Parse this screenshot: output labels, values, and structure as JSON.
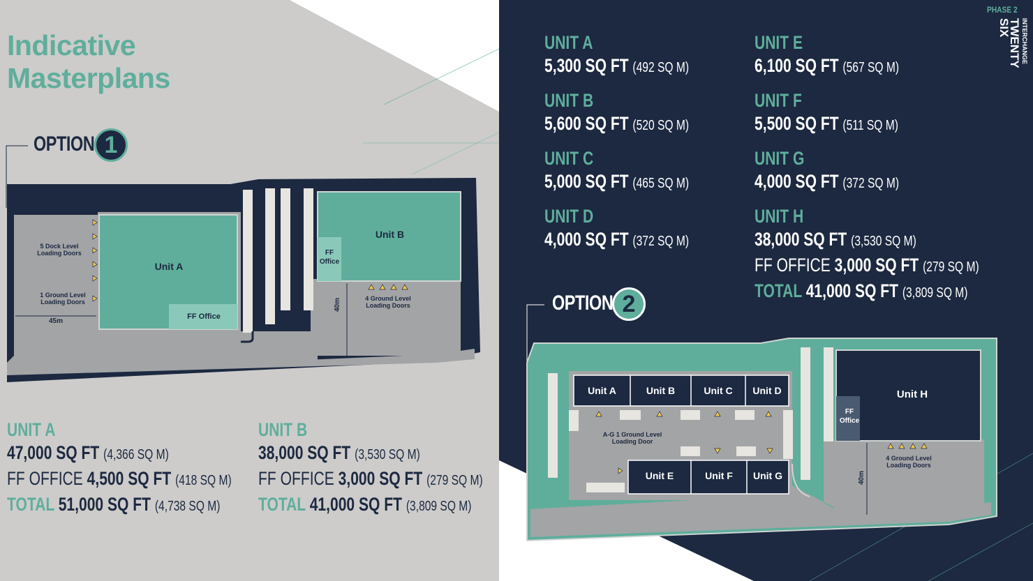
{
  "title_line1": "Indicative",
  "title_line2": "Masterplans",
  "brand": {
    "phase": "PHASE 2",
    "name_line1": "INTERCHANGE",
    "name_line2": "TWENTY",
    "name_line3": "SIX"
  },
  "option1": {
    "label": "OPTION",
    "number": "1",
    "plan": {
      "unit_a": "Unit A",
      "unit_b": "Unit B",
      "ff_office_a": "FF Office",
      "ff_office_b_line1": "FF",
      "ff_office_b_line2": "Office",
      "dock_doors_line1": "5 Dock Level",
      "dock_doors_line2": "Loading Doors",
      "ground_door_line1": "1 Ground Level",
      "ground_door_line2": "Loading Doors",
      "ground_doors_b_line1": "4 Ground Level",
      "ground_doors_b_line2": "Loading Doors",
      "dim_45": "45m",
      "dim_40": "40m"
    },
    "specs": [
      {
        "unit": "UNIT A",
        "area": "47,000 SQ FT",
        "area_m": "(4,366 SQ M)",
        "office_label": "FF OFFICE",
        "office": "4,500 SQ FT",
        "office_m": "(418 SQ M)",
        "total_label": "TOTAL",
        "total": "51,000 SQ FT",
        "total_m": "(4,738 SQ M)"
      },
      {
        "unit": "UNIT B",
        "area": "38,000 SQ FT",
        "area_m": "(3,530 SQ M)",
        "office_label": "FF OFFICE",
        "office": "3,000 SQ FT",
        "office_m": "(279 SQ M)",
        "total_label": "TOTAL",
        "total": "41,000 SQ FT",
        "total_m": "(3,809 SQ M)"
      }
    ]
  },
  "option2": {
    "label": "OPTION",
    "number": "2",
    "specs_left": [
      {
        "unit": "UNIT A",
        "area": "5,300 SQ FT",
        "area_m": "(492 SQ M)"
      },
      {
        "unit": "UNIT B",
        "area": "5,600 SQ FT",
        "area_m": "(520 SQ M)"
      },
      {
        "unit": "UNIT C",
        "area": "5,000 SQ FT",
        "area_m": "(465 SQ M)"
      },
      {
        "unit": "UNIT D",
        "area": "4,000 SQ FT",
        "area_m": "(372 SQ M)"
      }
    ],
    "specs_right": [
      {
        "unit": "UNIT E",
        "area": "6,100 SQ FT",
        "area_m": "(567 SQ M)"
      },
      {
        "unit": "UNIT F",
        "area": "5,500 SQ FT",
        "area_m": "(511 SQ M)"
      },
      {
        "unit": "UNIT G",
        "area": "4,000 SQ FT",
        "area_m": "(372 SQ M)"
      }
    ],
    "unit_h": {
      "unit": "UNIT H",
      "area": "38,000 SQ FT",
      "area_m": "(3,530 SQ M)",
      "office_label": "FF OFFICE",
      "office": "3,000 SQ FT",
      "office_m": "(279 SQ M)",
      "total_label": "TOTAL",
      "total": "41,000 SQ FT",
      "total_m": "(3,809 SQ M)"
    },
    "plan": {
      "units_top": [
        "Unit A",
        "Unit B",
        "Unit C",
        "Unit D"
      ],
      "units_bottom": [
        "Unit E",
        "Unit F",
        "Unit G"
      ],
      "unit_h": "Unit H",
      "ff_line1": "FF",
      "ff_line2": "Office",
      "ag_doors_line1": "A-G 1 Ground Level",
      "ag_doors_line2": "Loading Door",
      "h_doors_line1": "4 Ground Level",
      "h_doors_line2": "Loading Doors",
      "dim_40": "40m"
    }
  },
  "colors": {
    "navy": "#1c2940",
    "teal": "#5fae9c",
    "light_grey": "#cdcccb",
    "road_grey": "#a3a4a6"
  }
}
